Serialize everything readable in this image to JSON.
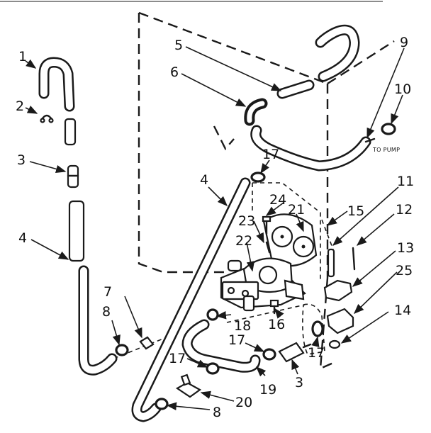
{
  "callouts": {
    "c1": "1",
    "c2": "2",
    "c3a": "3",
    "c3b": "3",
    "c4a": "4",
    "c4b": "4",
    "c5": "5",
    "c6": "6",
    "c7": "7",
    "c8a": "8",
    "c8b": "8",
    "c9": "9",
    "c10": "10",
    "c11": "11",
    "c12": "12",
    "c13": "13",
    "c14": "14",
    "c15": "15",
    "c16": "16",
    "c17a": "17",
    "c17b": "17",
    "c17c": "17",
    "c17d": "17",
    "c18": "18",
    "c19": "19",
    "c20": "20",
    "c21": "21",
    "c22": "22",
    "c23": "23",
    "c24": "24",
    "c25": "25"
  },
  "annotations": {
    "to_pump": "TO PUMP"
  }
}
